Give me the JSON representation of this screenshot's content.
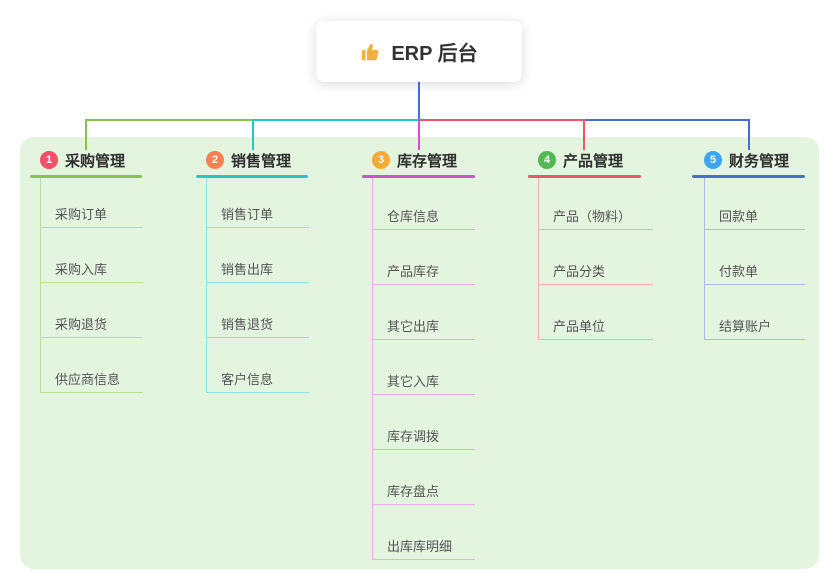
{
  "root": {
    "label": "ERP 后台",
    "icon": "thumbs-up"
  },
  "branches": [
    {
      "num": "1",
      "label": "采购管理",
      "badge_color": "#f4516c",
      "line_color": "#8bc34a",
      "children": [
        "采购订单",
        "采购入库",
        "采购退货",
        "供应商信息"
      ]
    },
    {
      "num": "2",
      "label": "销售管理",
      "badge_color": "#fd7e50",
      "line_color": "#26c6c6",
      "children": [
        "销售订单",
        "销售出库",
        "销售退货",
        "客户信息"
      ]
    },
    {
      "num": "3",
      "label": "库存管理",
      "badge_color": "#fbab33",
      "line_color": "#d24fd0",
      "children": [
        "仓库信息",
        "产品库存",
        "其它出库",
        "其它入库",
        "库存调拨",
        "库存盘点",
        "出库库明细"
      ]
    },
    {
      "num": "4",
      "label": "产品管理",
      "badge_color": "#54b954",
      "line_color": "#f0566a",
      "children": [
        "产品（物料）",
        "产品分类",
        "产品单位"
      ]
    },
    {
      "num": "5",
      "label": "财务管理",
      "badge_color": "#3da5f4",
      "line_color": "#4a6bd8",
      "children": [
        "回款单",
        "付款单",
        "结算账户"
      ]
    }
  ],
  "colors": {
    "root_connector": "#4a6bd8",
    "background_panel": "#e3f4df",
    "canvas": "#ffffff"
  }
}
